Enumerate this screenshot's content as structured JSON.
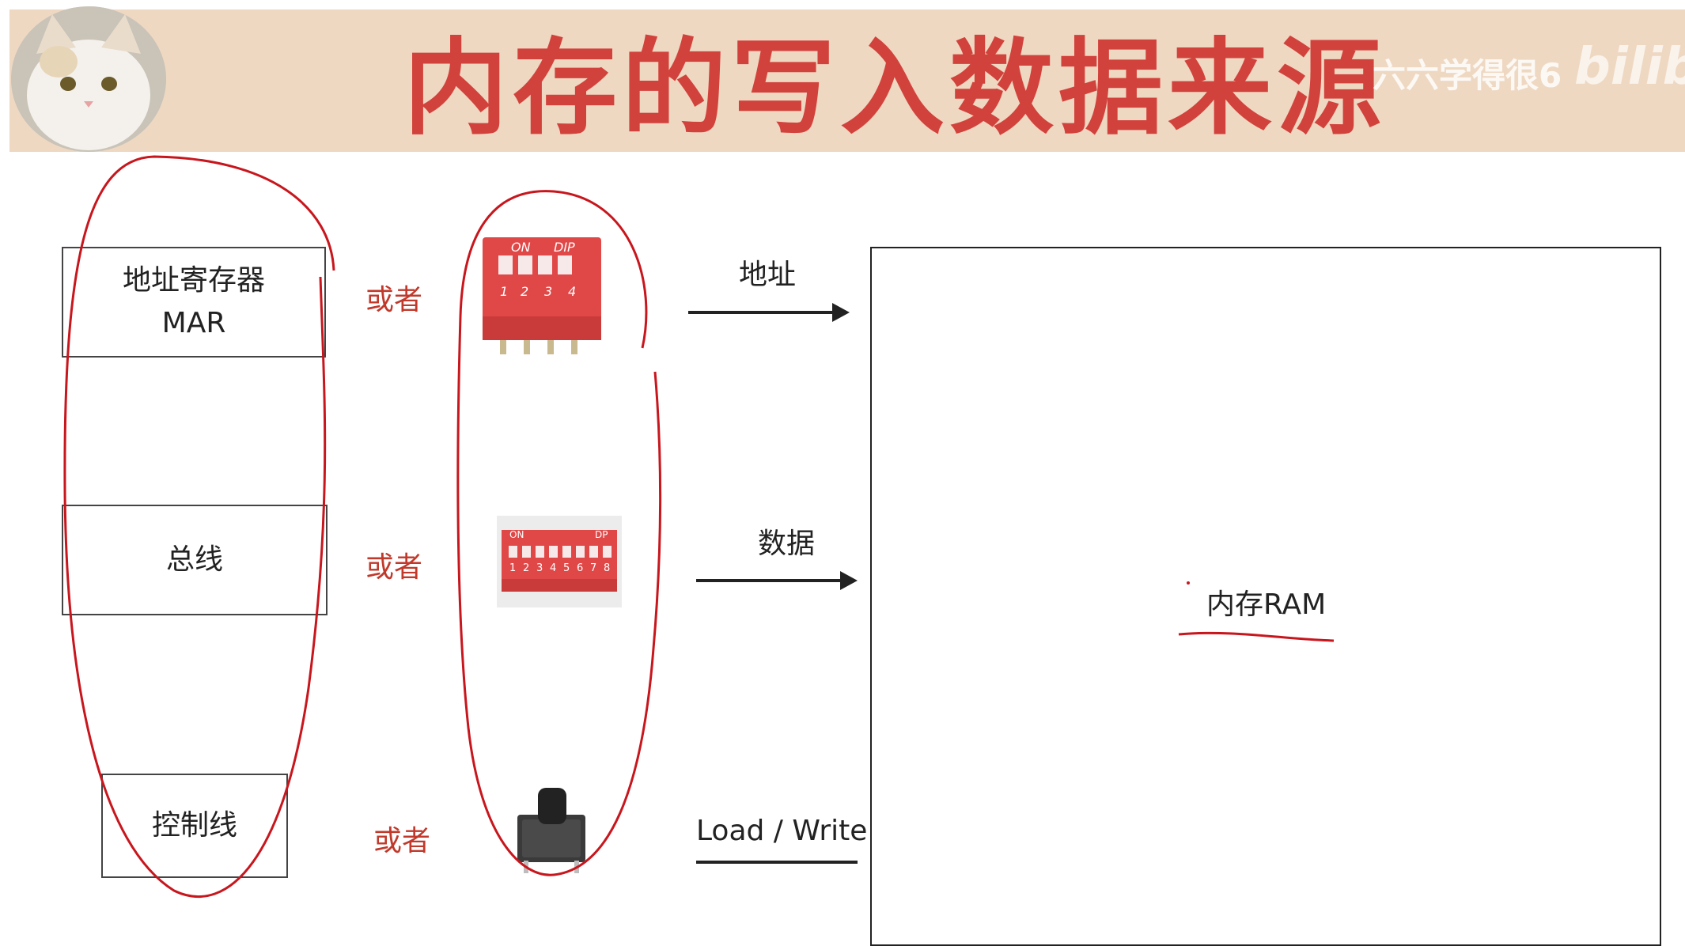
{
  "header": {
    "title": "内存的写入数据来源",
    "watermark": "六六学得很6",
    "brand": "bilibili"
  },
  "sources": {
    "mar_line1": "地址寄存器",
    "mar_line2": "MAR",
    "bus": "总线",
    "control": "控制线"
  },
  "or_labels": [
    "或者",
    "或者",
    "或者"
  ],
  "dip4": {
    "on": "ON",
    "dip": "DIP",
    "numbers": [
      "1",
      "2",
      "3",
      "4"
    ]
  },
  "dip8": {
    "on": "ON",
    "dp": "DP",
    "numbers": [
      "1",
      "2",
      "3",
      "4",
      "5",
      "6",
      "7",
      "8"
    ]
  },
  "arrows": {
    "address": "地址",
    "data": "数据",
    "load_write": "Load / Write"
  },
  "ram": {
    "label": "内存RAM"
  },
  "colors": {
    "header_bg": "#efd8c2",
    "title": "#d2423c",
    "annotation_red": "#c8161d",
    "switch_red": "#e04848"
  }
}
